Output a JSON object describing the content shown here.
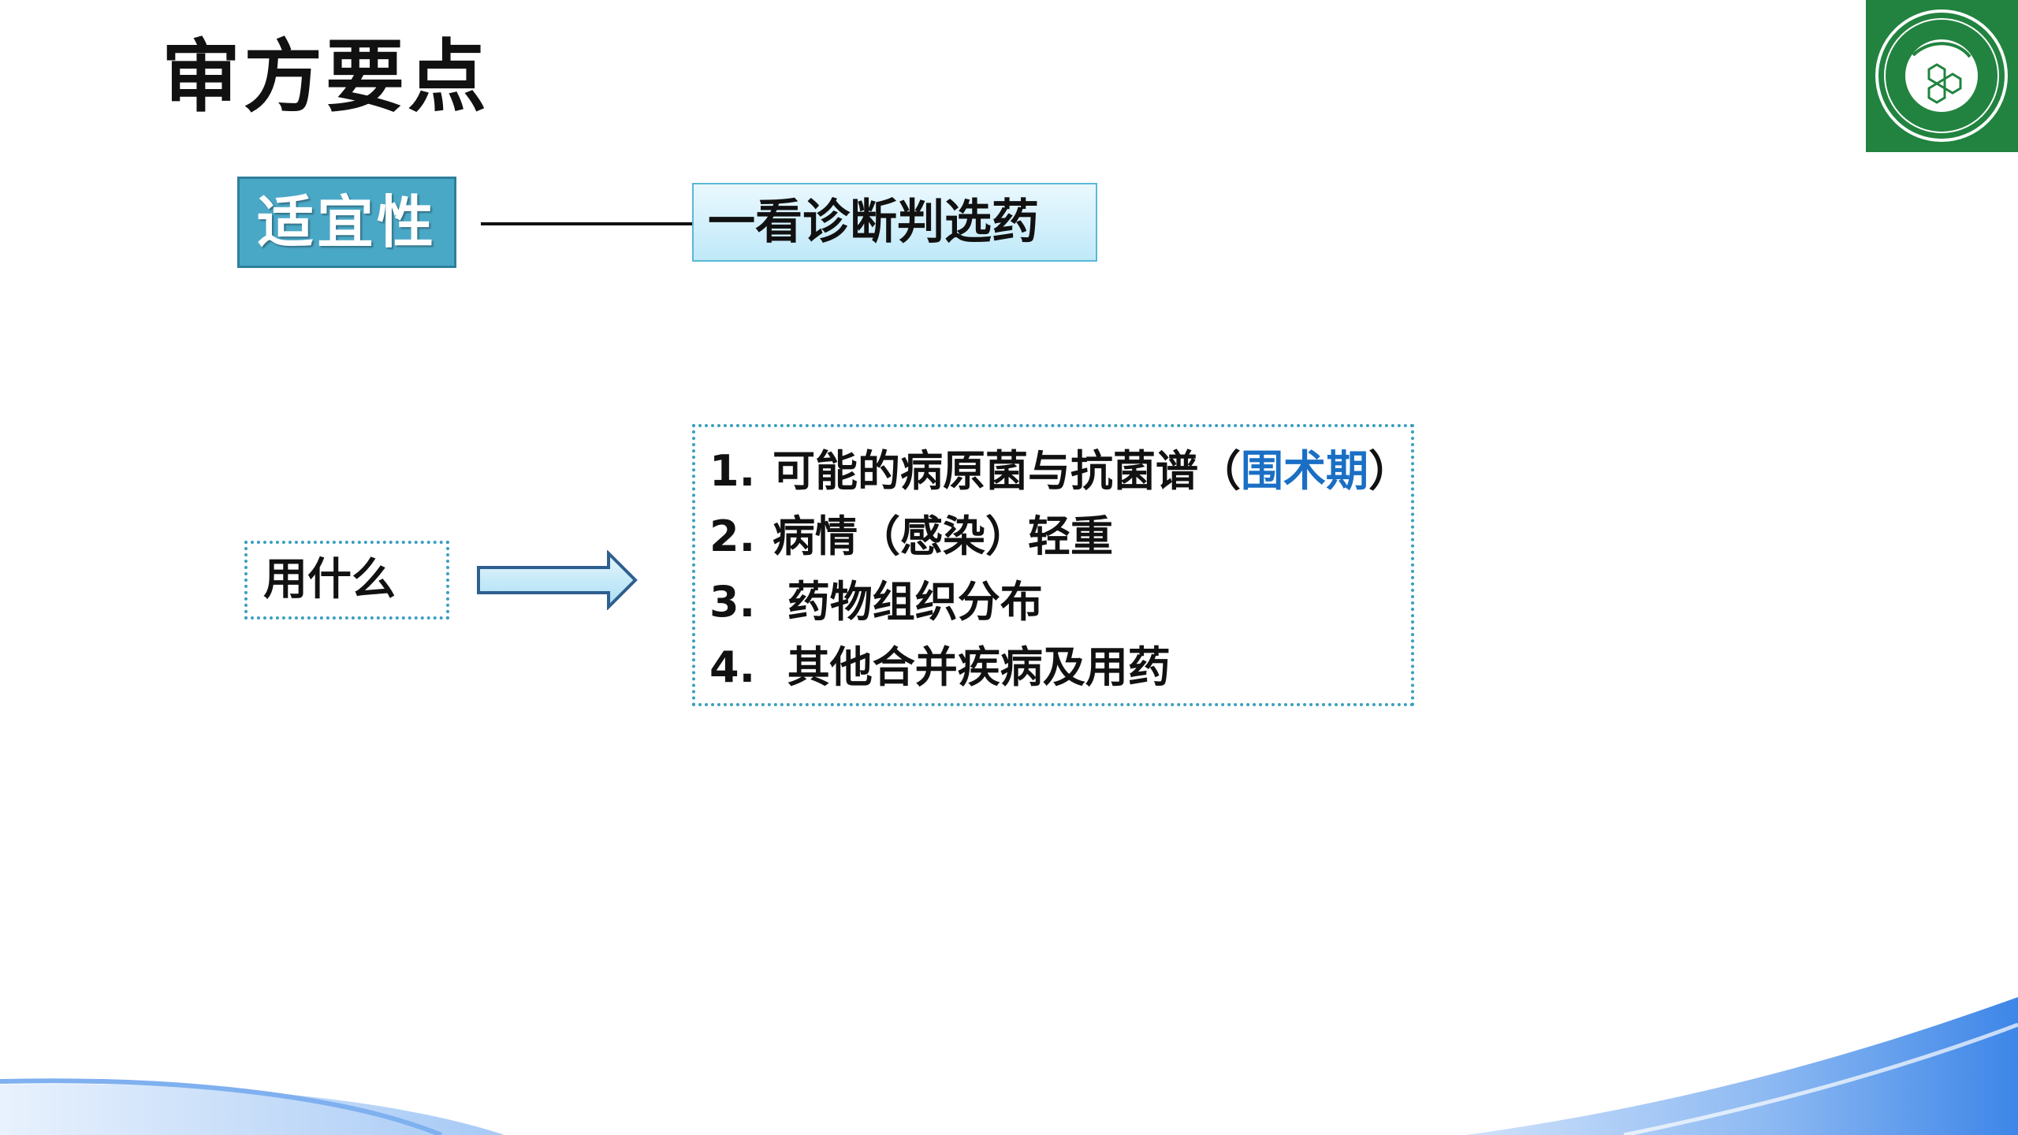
{
  "slide": {
    "title": "审方要点",
    "badge_label": "适宜性",
    "pill_label": "一看诊断判选药",
    "what_label": "用什么",
    "list": [
      {
        "num": "1.",
        "text": "可能的病原菌与抗菌谱（",
        "accent": "围术期",
        "tail": "）"
      },
      {
        "num": "2.",
        "text": "病情（感染）轻重",
        "accent": "",
        "tail": ""
      },
      {
        "num": "3.",
        "text": " 药物组织分布",
        "accent": "",
        "tail": ""
      },
      {
        "num": "4.",
        "text": " 其他合并疾病及用药",
        "accent": "",
        "tail": ""
      }
    ]
  },
  "colors": {
    "badge_bg": "#4aa8c7",
    "pill_border": "#5ab8d6",
    "dotted_border": "#3a9fbf",
    "accent_text": "#1a6fc4",
    "logo_bg": "#21833f",
    "wave_blue": "#4a8fe6"
  },
  "icons": {
    "logo": "pharmaceutical-association-seal-icon",
    "arrow": "right-arrow-icon"
  }
}
